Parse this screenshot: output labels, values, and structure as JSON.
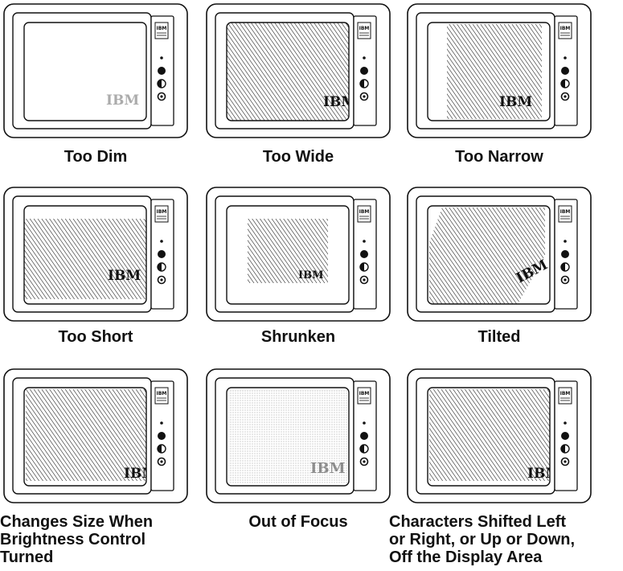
{
  "logo_text": "IBM",
  "ink_color": "#111111",
  "icon_names": [
    "monitor-icon",
    "power-knob-icon",
    "brightness-knob-icon",
    "contrast-knob-icon",
    "indicator-light-icon"
  ],
  "panels": [
    {
      "id": "too-dim",
      "caption": "Too Dim",
      "screen_state": "too-dim"
    },
    {
      "id": "too-wide",
      "caption": "Too Wide",
      "screen_state": "too-wide"
    },
    {
      "id": "too-narrow",
      "caption": "Too Narrow",
      "screen_state": "too-narrow"
    },
    {
      "id": "too-short",
      "caption": "Too Short",
      "screen_state": "too-short"
    },
    {
      "id": "shrunken",
      "caption": "Shrunken",
      "screen_state": "shrunken"
    },
    {
      "id": "tilted",
      "caption": "Tilted",
      "screen_state": "tilted"
    },
    {
      "id": "changes-size",
      "caption": "Changes Size When\nBrightness Control\nTurned",
      "screen_state": "changes-size"
    },
    {
      "id": "out-of-focus",
      "caption": "Out of Focus",
      "screen_state": "out-of-focus"
    },
    {
      "id": "characters-shifted",
      "caption": "Characters Shifted Left\nor Right, or Up or Down,\nOff the Display Area",
      "screen_state": "characters-shifted"
    }
  ]
}
